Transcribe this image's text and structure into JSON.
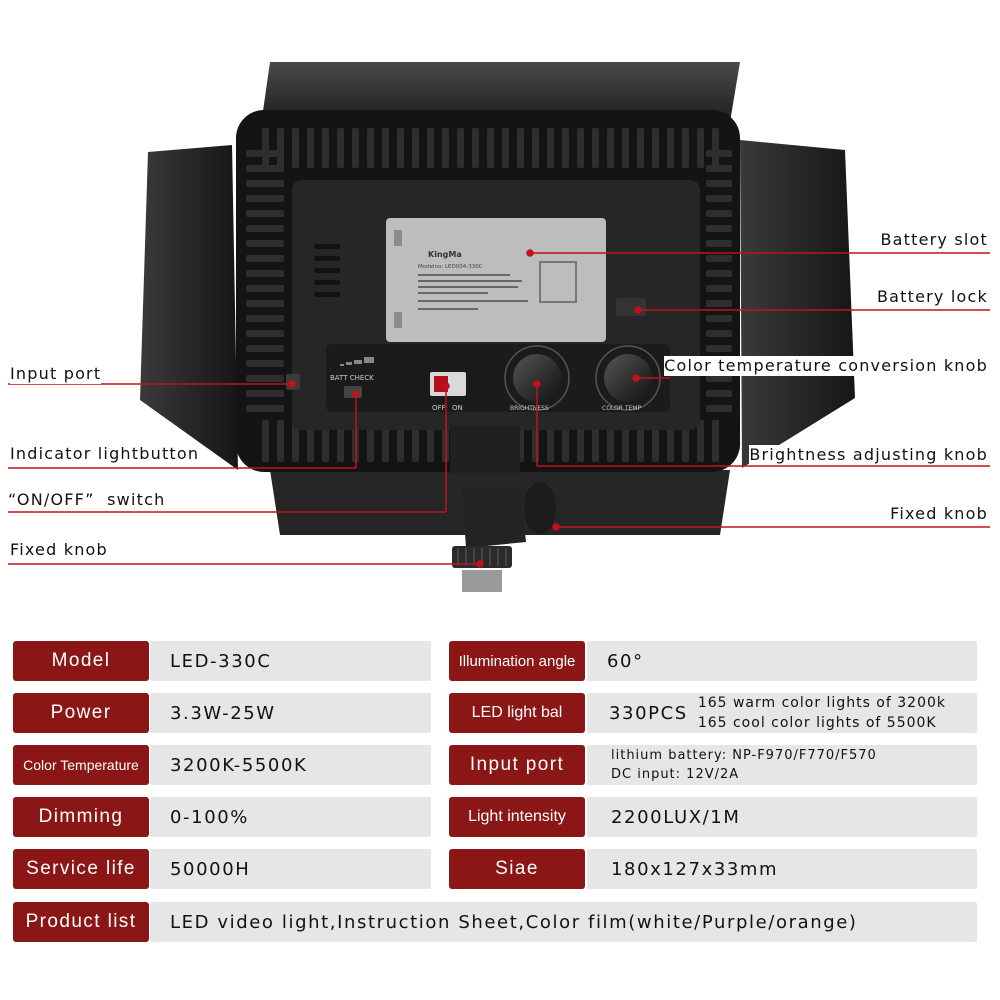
{
  "device_labels": {
    "brand": "KingMa",
    "model_line": "Modelno: LED004-330C",
    "batt_check": "BATT CHECK",
    "off": "OFF",
    "on": "ON",
    "brightness": "BRIGHTNESS",
    "color_temp": "COLOR TEMP"
  },
  "callouts": {
    "battery_slot": "Battery slot",
    "battery_lock": "Battery lock",
    "input_port": "Input port",
    "color_temp_knob": "Color temperature conversion knob",
    "indicator_light": "Indicator lightbutton",
    "brightness_knob": "Brightness adjusting knob",
    "on_off_switch": "“ON/OFF”  switch",
    "fixed_knob_right": "Fixed knob",
    "fixed_knob_left": "Fixed knob"
  },
  "specs": {
    "model_label": "Model",
    "model_value": "LED-330C",
    "power_label": "Power",
    "power_value": "3.3W-25W",
    "color_temp_label": "Color Temperature",
    "color_temp_value": "3200K-5500K",
    "dimming_label": "Dimming",
    "dimming_value": "0-100%",
    "service_life_label": "Service life",
    "service_life_value": "50000H",
    "illumination_label": "Illumination angle",
    "illumination_value": "60°",
    "led_bal_label": "LED light bal",
    "led_bal_value": "330PCS",
    "led_bal_line1": "165 warm color lights of 3200k",
    "led_bal_line2": "165 cool color lights of 5500K",
    "input_port_label": "Input port",
    "input_port_line1": "lithium battery: NP-F970/F770/F570",
    "input_port_line2": "DC input: 12V/2A",
    "light_intensity_label": "Light intensity",
    "light_intensity_value": "2200LUX/1M",
    "siae_label": "Siae",
    "siae_value": "180x127x33mm",
    "product_list_label": "Product list",
    "product_list_value": "LED video light,Instruction Sheet,Color film(white/Purple/orange)"
  },
  "colors": {
    "label_red": "#8b1616",
    "callout_line": "#c0121e",
    "value_bg": "#e6e6e6"
  }
}
